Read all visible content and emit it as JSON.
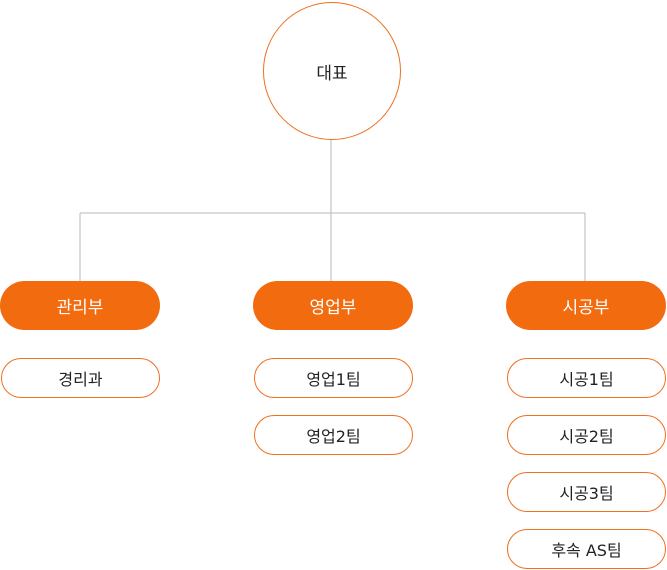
{
  "ceo": {
    "label": "대표"
  },
  "departments": [
    {
      "label": "관리부",
      "teams": [
        "경리과"
      ]
    },
    {
      "label": "영업부",
      "teams": [
        "영업1팀",
        "영업2팀"
      ]
    },
    {
      "label": "시공부",
      "teams": [
        "시공1팀",
        "시공2팀",
        "시공3팀",
        "후속 AS팀"
      ]
    }
  ],
  "colors": {
    "accent": "#f26b0f",
    "outline": "#f07020",
    "connector": "#b8b8b8",
    "text": "#222222"
  }
}
